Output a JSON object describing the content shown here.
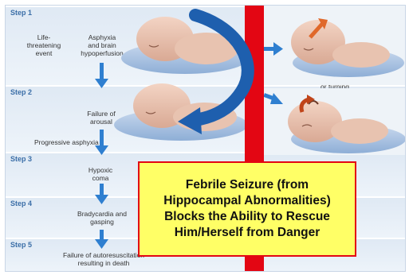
{
  "steps": [
    {
      "label": "Step 1"
    },
    {
      "label": "Step 2"
    },
    {
      "label": "Step 3"
    },
    {
      "label": "Step 4"
    },
    {
      "label": "Step 5"
    }
  ],
  "texts": {
    "life_threatening": "Life-\nthreatening\nevent",
    "asphyxia": "Asphyxia\nand brain\nhypoperfusion",
    "failure_arousal": "Failure of\narousal",
    "progressive": "Progressive asphyxia",
    "hypoxic": "Hypoxic\ncoma",
    "brady": "Bradycardia and\ngasping",
    "autoresus": "Failure of autoresuscitation\nresulting in death",
    "head_lifting": "Head lifting\nor turning"
  },
  "callout": {
    "line1": "Febrile Seizure (from",
    "line2": "Hippocampal Abnormalities)",
    "line3": "Blocks the Ability to Rescue",
    "line4": "Him/Herself from Danger"
  },
  "colors": {
    "step_blue": "#3c6fa8",
    "arrow_blue": "#2f7fd0",
    "big_arrow": "#1e5fae",
    "red_bar": "#e30613",
    "callout_bg": "#ffff66",
    "accent_arrow": "#e0682a"
  }
}
